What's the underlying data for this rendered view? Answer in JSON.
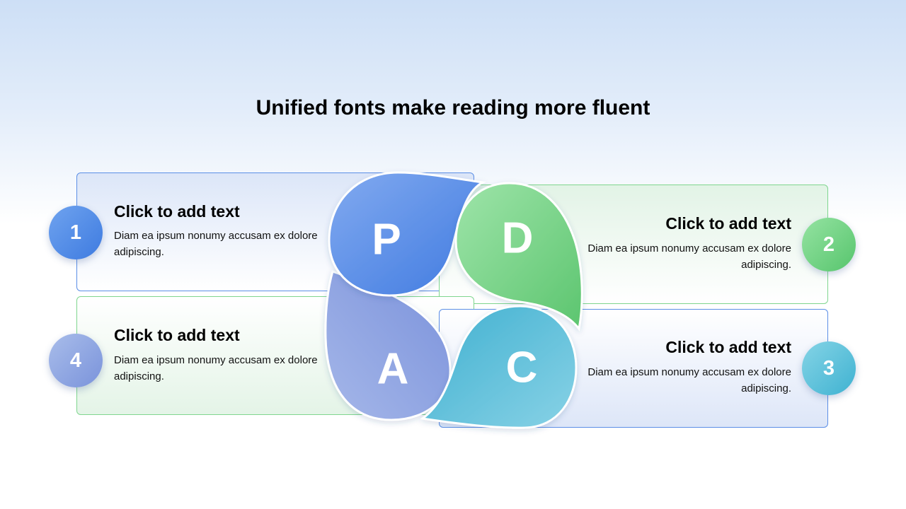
{
  "title": "Unified fonts make reading more fluent",
  "cycle": {
    "petals": [
      {
        "letter": "P",
        "color_from": "#82aaf0",
        "color_to": "#3f7ae0"
      },
      {
        "letter": "D",
        "color_from": "#9ee4a9",
        "color_to": "#5cc56f"
      },
      {
        "letter": "C",
        "color_from": "#40b0d0",
        "color_to": "#88d2e6"
      },
      {
        "letter": "A",
        "color_from": "#7b92db",
        "color_to": "#a5b7e9"
      }
    ]
  },
  "items": [
    {
      "number": "1",
      "heading": "Click to add text",
      "desc": "Diam ea ipsum nonumy accusam ex dolore adipiscing.",
      "accent": "#4a86e4"
    },
    {
      "number": "2",
      "heading": "Click to add text",
      "desc": "Diam ea ipsum nonumy accusam ex dolore adipiscing.",
      "accent": "#62c975"
    },
    {
      "number": "3",
      "heading": "Click to add text",
      "desc": "Diam ea ipsum nonumy accusam ex dolore adipiscing.",
      "accent": "#48b6d3"
    },
    {
      "number": "4",
      "heading": "Click to add text",
      "desc": "Diam ea ipsum nonumy accusam ex dolore adipiscing.",
      "accent": "#8099dd"
    }
  ]
}
